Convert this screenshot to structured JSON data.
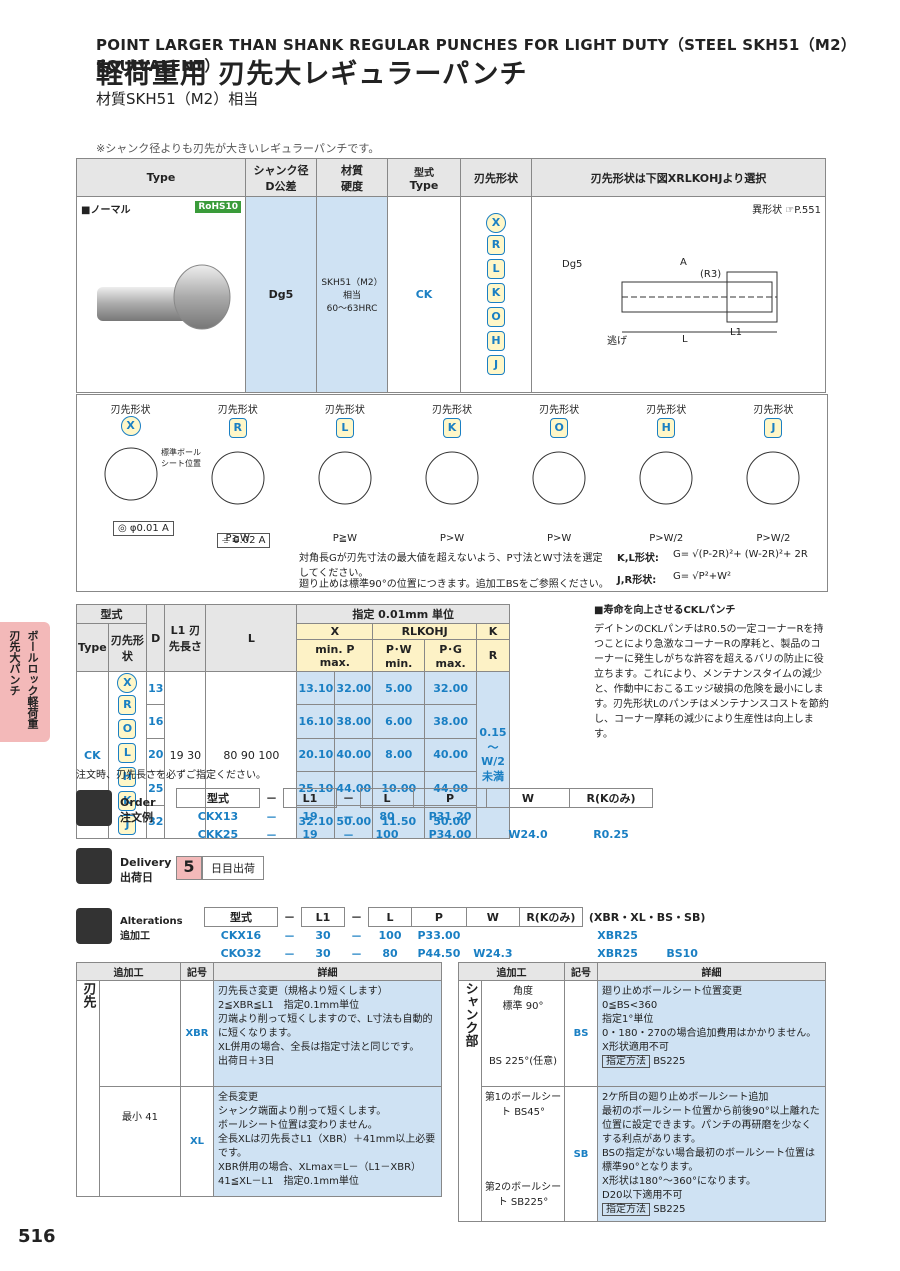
{
  "header": {
    "title_en": "POINT LARGER THAN SHANK REGULAR PUNCHES FOR LIGHT DUTY（STEEL SKH51（M2）EQUIVALENT）",
    "title_jp": "軽荷重用 刃先大レギュラーパンチ",
    "subtitle": "材質SKH51（M2）相当",
    "note": "※シャンク径よりも刃先が大きいレギュラーパンチです。"
  },
  "spec_table": {
    "col_type": "Type",
    "col_shank": "シャンク径",
    "col_shank_tol": "D公差",
    "col_material": "材質",
    "col_hardness": "硬度",
    "col_model": "型式",
    "col_model_type": "Type",
    "col_tip_shape": "刃先形状",
    "col_tip_select": "刃先形状は下図XRLKOHJより選択",
    "normal": "■ノーマル",
    "rohs": "RoHS10",
    "tol_value": "Dg5",
    "material_value": "SKH51（M2）相当",
    "hardness_value": "60～63HRC",
    "type_value": "CK",
    "shapes": [
      "X",
      "R",
      "L",
      "K",
      "O",
      "H",
      "J"
    ],
    "special_shape": "異形状 ☞P.551",
    "diagram_labels": {
      "nige": "逃げ",
      "r3": "(R3)",
      "a": "A",
      "dg5": "Dg5",
      "l": "L",
      "l1": "L1"
    }
  },
  "tip_shapes": {
    "caption": "刃先形状",
    "items": [
      {
        "letter": "X",
        "cond": ""
      },
      {
        "letter": "R",
        "cond": "P≧W"
      },
      {
        "letter": "L",
        "cond": "P≧W"
      },
      {
        "letter": "K",
        "cond": "P>W"
      },
      {
        "letter": "O",
        "cond": "P>W"
      },
      {
        "letter": "H",
        "cond": "P>W/2"
      },
      {
        "letter": "J",
        "cond": "P>W/2"
      }
    ],
    "notes": [
      "対角長Gが刃先寸法の最大値を超えないよう、P寸法とW寸法を選定してください。",
      "廻り止めは標準90°の位置につきます。追加工BSをご参照ください。"
    ],
    "formula1_label": "K,L形状:",
    "formula1": "G= √(P-2R)²+ (W-2R)²+ 2R",
    "formula2_label": "J,R形状:",
    "formula2": "G= √P²+W²",
    "x_tol": "◎ φ0.01 A",
    "r_tol": "⌯ 0.02 A",
    "ball_seat": "標準ボール シート位置"
  },
  "dim_table": {
    "h_model": "型式",
    "h_type": "Type",
    "h_shape": "刃先形状",
    "h_d": "D",
    "h_l1": "L1 刃先長さ",
    "h_l": "L",
    "h_unit": "指定 0.01mm 単位",
    "h_x": "X",
    "h_rlkohj": "RLKOHJ",
    "h_k": "K",
    "h_minp": "min. P max.",
    "h_pw": "P･W min.",
    "h_pg": "P･G max.",
    "h_r": "R",
    "type": "CK",
    "shapes": [
      "X",
      "R",
      "O",
      "L",
      "H",
      "K",
      "J"
    ],
    "d_values": [
      "13",
      "16",
      "20",
      "25",
      "32"
    ],
    "l1_values": "19 30",
    "l_values": "80 90 100",
    "rows": [
      {
        "minp": "13.10",
        "maxp": "32.00",
        "pw": "5.00",
        "pg": "32.00"
      },
      {
        "minp": "16.10",
        "maxp": "38.00",
        "pw": "6.00",
        "pg": "38.00"
      },
      {
        "minp": "20.10",
        "maxp": "40.00",
        "pw": "8.00",
        "pg": "40.00"
      },
      {
        "minp": "25.10",
        "maxp": "44.00",
        "pw": "10.00",
        "pg": "44.00"
      },
      {
        "minp": "32.10",
        "maxp": "50.00",
        "pw": "11.50",
        "pg": "50.00"
      }
    ],
    "r_value": "0.15～W/2未満",
    "footnote": "注文時、刃先長さを必ずご指定ください。"
  },
  "ckl_note": {
    "title": "■寿命を向上させるCKLパンチ",
    "body": "デイトンのCKLパンチはR0.5の一定コーナーRを持つことにより急激なコーナーRの摩耗と、製品のコーナーに発生しがちな許容を超えるバリの防止に役立ちます。これにより、メンテナンスタイムの減少と、作動中におこるエッジ破損の危険を最小にします。刃先形状Lのパンチはメンテナンスコストを節約し、コーナー摩耗の減少により生産性は向上します。"
  },
  "order": {
    "label_en": "Order",
    "label_jp": "注文例",
    "headers": [
      "型式",
      "L1",
      "L",
      "P",
      "W",
      "R(Kのみ)"
    ],
    "rows": [
      [
        "CKX13",
        "19",
        "80",
        "P31.20",
        "",
        ""
      ],
      [
        "CKK25",
        "19",
        "100",
        "P34.00",
        "W24.0",
        "R0.25"
      ]
    ]
  },
  "delivery": {
    "label_en": "Delivery",
    "label_jp": "出荷日",
    "days": "5",
    "text": "日目出荷"
  },
  "alterations": {
    "label_en": "Alterations",
    "label_jp": "追加工",
    "headers": [
      "型式",
      "L1",
      "L",
      "P",
      "W",
      "R(Kのみ)"
    ],
    "codes": "(XBR・XL・BS・SB)",
    "rows": [
      [
        "CKX16",
        "30",
        "100",
        "P33.00",
        "",
        "",
        "XBR25",
        ""
      ],
      [
        "CKO32",
        "30",
        "80",
        "P44.50",
        "W24.3",
        "",
        "XBR25",
        "BS10"
      ]
    ]
  },
  "alt_table": {
    "h_alt": "追加工",
    "h_code": "記号",
    "h_detail": "詳細",
    "left_group": "刃先",
    "right_group": "シャンク部",
    "xbr": {
      "code": "XBR",
      "lines": [
        "刃先長さ変更（規格より短くします）",
        "2≦XBR≦L1　指定0.1mm単位",
        "刃端より削って短くしますので、L寸法も自動的に短くなります。",
        "XL併用の場合、全長は指定寸法と同じです。",
        "出荷日＋3日"
      ]
    },
    "xl": {
      "code": "XL",
      "lines": [
        "全長変更",
        "シャンク端面より削って短くします。",
        "ボールシート位置は変わりません。",
        "全長XLは刃先長さL1（XBR）＋41mm以上必要です。",
        "XBR併用の場合、XLmax＝L－（L1－XBR）",
        "41≦XL－L1　指定0.1mm単位"
      ],
      "min": "最小 41"
    },
    "bs": {
      "code": "BS",
      "lines": [
        "廻り止めボールシート位置変更",
        "0≦BS<360",
        "指定1°単位",
        "0・180・270の場合追加費用はかかりません。",
        "X形状適用不可"
      ],
      "method": "指定方法",
      "method_val": "BS225",
      "angle": "角度",
      "std": "標準 90°",
      "bs_label": "BS 225°(任意)"
    },
    "sb": {
      "code": "SB",
      "lines": [
        "2ケ所目の廻り止めボールシート追加",
        "最初のボールシート位置から前後90°以上離れた位置に設定できます。パンチの再研磨を少なくする利点があります。",
        "BSの指定がない場合最初のボールシート位置は標準90°となります。",
        "X形状は180°～360°になります。",
        "D20以下適用不可"
      ],
      "method": "指定方法",
      "method_val": "SB225",
      "first": "第1のボールシート BS45°",
      "second": "第2のボールシート SB225°"
    }
  },
  "side_tab": {
    "line1": "ボールロック軽荷重",
    "line2": "刃先大パンチ"
  },
  "page_number": "516",
  "colors": {
    "accent": "#1a7fc3",
    "blue_bg": "#cfe2f3",
    "yellow_bg": "#fdf2c6",
    "tab": "#f3b9b9"
  }
}
